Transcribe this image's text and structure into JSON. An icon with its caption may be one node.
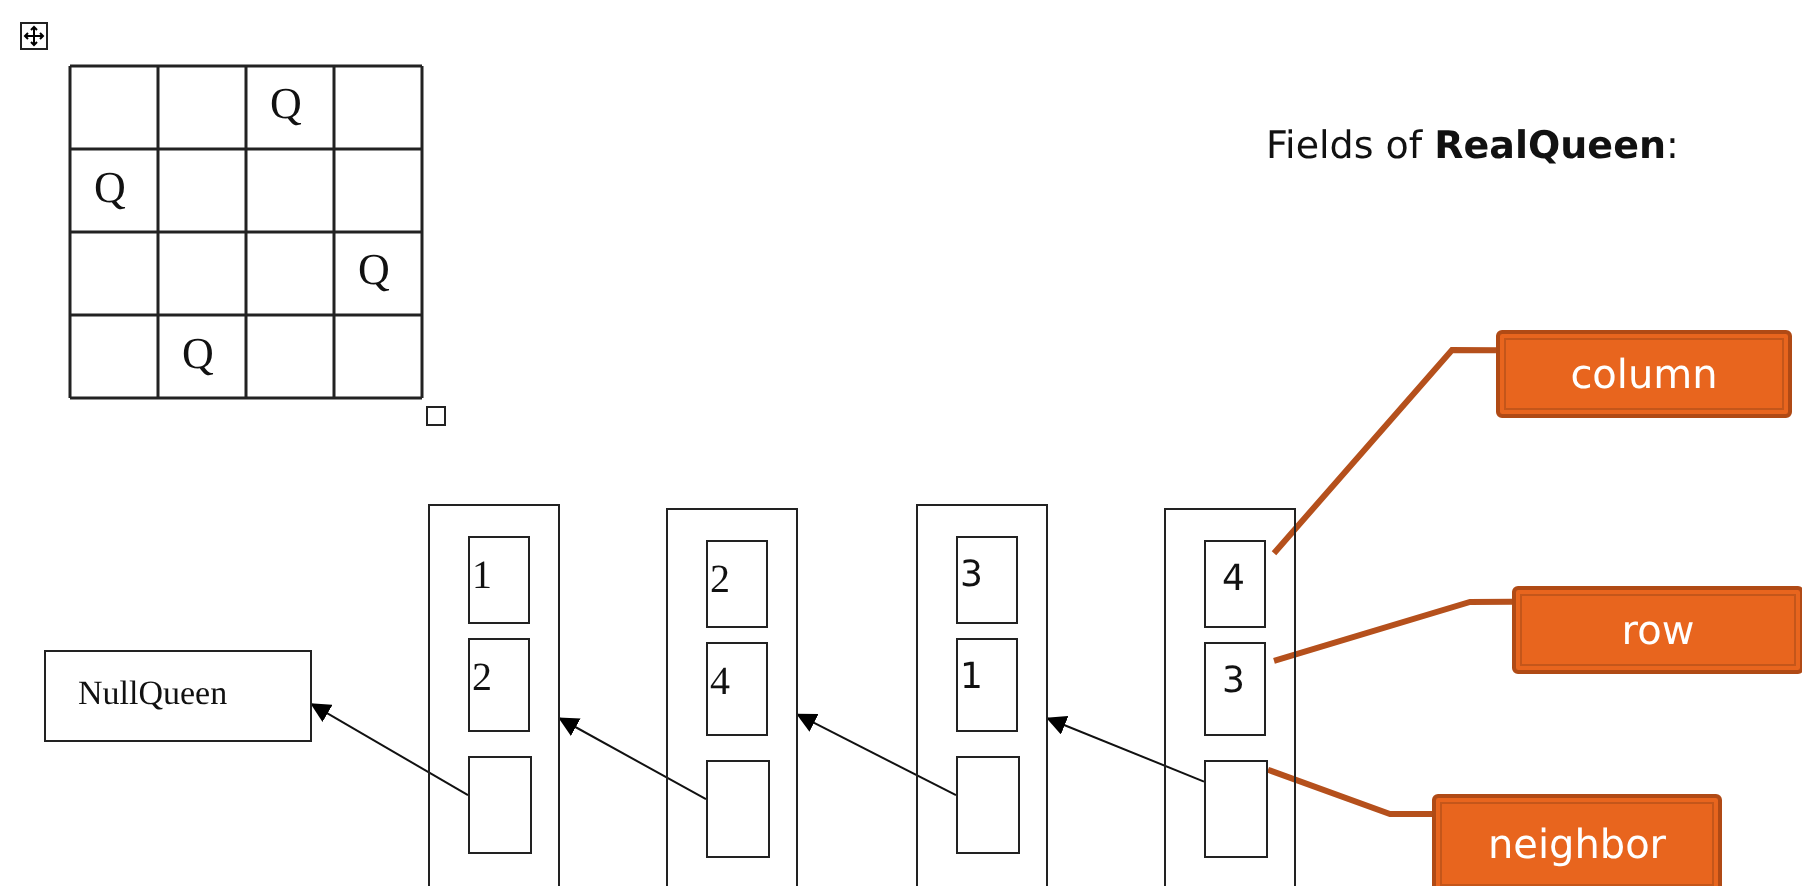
{
  "diagram": {
    "nodes": [
      {
        "text": [
          "NullQueen"
        ]
      },
      {
        "text": [],
        "shape": "box"
      },
      {
        "text": [
          "1"
        ],
        "in": 1
      },
      {
        "text": [
          "2"
        ],
        "in": 1
      },
      {
        "text": [],
        "shape": "box",
        "in": 1
      },
      {
        "text": [],
        "shape": "box"
      },
      {
        "text": [
          "2"
        ],
        "in": 5
      },
      {
        "text": [
          "4"
        ],
        "in": 5
      },
      {
        "text": [],
        "shape": "box",
        "in": 5
      },
      {
        "text": [],
        "shape": "box"
      },
      {
        "text": [
          "3"
        ],
        "in": 9
      },
      {
        "text": [
          "1"
        ],
        "in": 9
      },
      {
        "text": [],
        "shape": "box",
        "in": 9
      },
      {
        "text": [],
        "shape": "box"
      },
      {
        "text": [
          "4"
        ],
        "in": 13
      },
      {
        "text": [
          "3"
        ],
        "in": 13
      },
      {
        "text": [],
        "shape": "box",
        "in": 13
      },
      {
        "text": [
          "column"
        ]
      },
      {
        "text": [
          "row"
        ]
      },
      {
        "text": [
          "neighbor"
        ]
      }
    ],
    "edges": [
      {
        "from": 4,
        "to": 0,
        "arrow": "to"
      },
      {
        "from": 8,
        "to": 1,
        "arrow": "to"
      },
      {
        "from": 12,
        "to": 5,
        "arrow": "to"
      },
      {
        "from": 16,
        "to": 9,
        "arrow": "to"
      },
      {
        "from": 17,
        "to": 14,
        "arrow": "none",
        "style": "thick",
        "color": "#b5501c"
      },
      {
        "from": 18,
        "to": 15,
        "arrow": "none",
        "style": "thick",
        "color": "#b5501c"
      },
      {
        "from": 19,
        "to": 16,
        "arrow": "none",
        "style": "thick",
        "color": "#b5501c"
      }
    ],
    "labels": [
      "Q",
      "Fields of **RealQueen**:",
      "Q",
      "Q",
      "Q"
    ]
  }
}
